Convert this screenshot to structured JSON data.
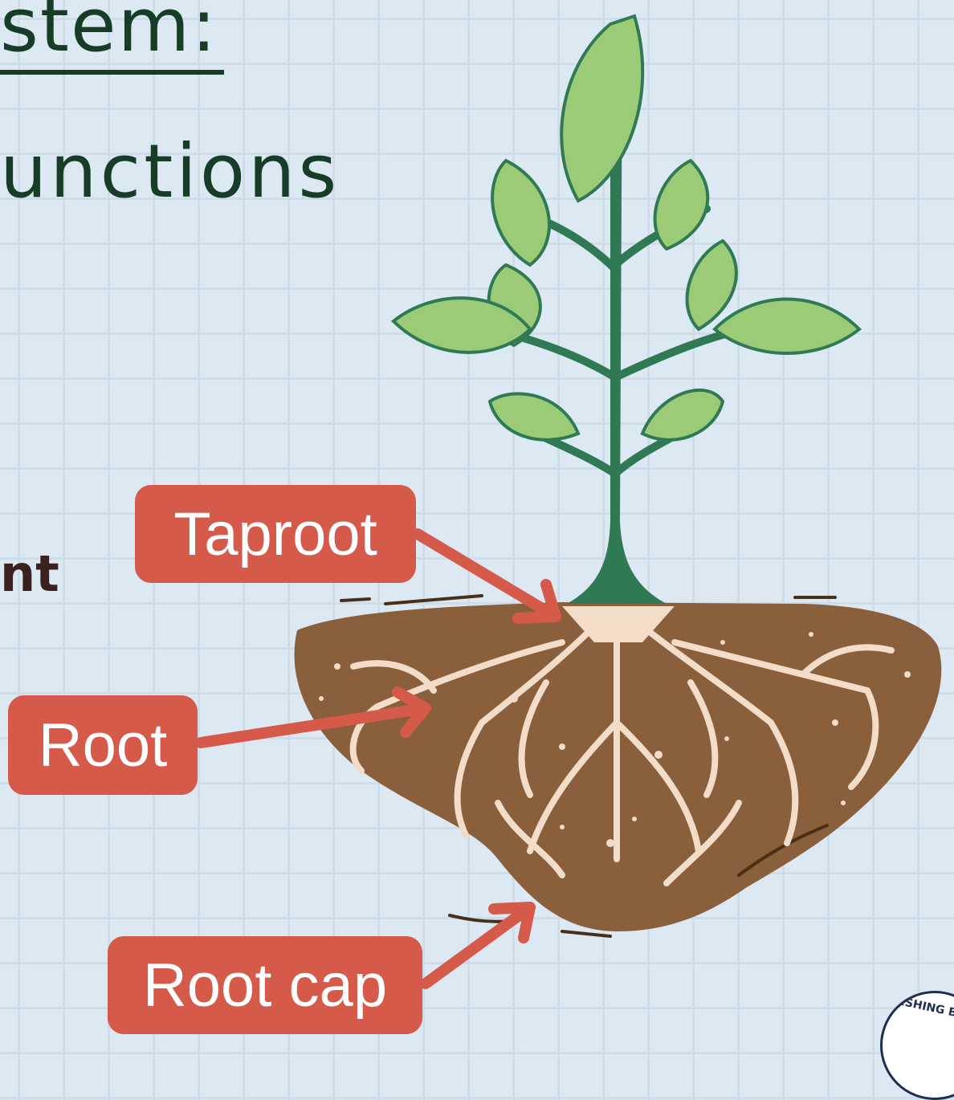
{
  "title": {
    "line1": "stem:",
    "line2": "unctions"
  },
  "partial_text": "nt",
  "labels": {
    "taproot": "Taproot",
    "root": "Root",
    "root_cap": "Root cap"
  },
  "seal_text": "ISHING BAY",
  "colors": {
    "background": "#dde9f2",
    "label_fill": "#d55a4a",
    "label_text": "#ffffff",
    "arrow": "#d55a4a",
    "stem": "#2f7a55",
    "leaf": "#9ccb78",
    "leaf_vein": "#2f7a55",
    "soil": "#8a5f3b",
    "root": "#f3dcc8",
    "title": "#173d28"
  }
}
